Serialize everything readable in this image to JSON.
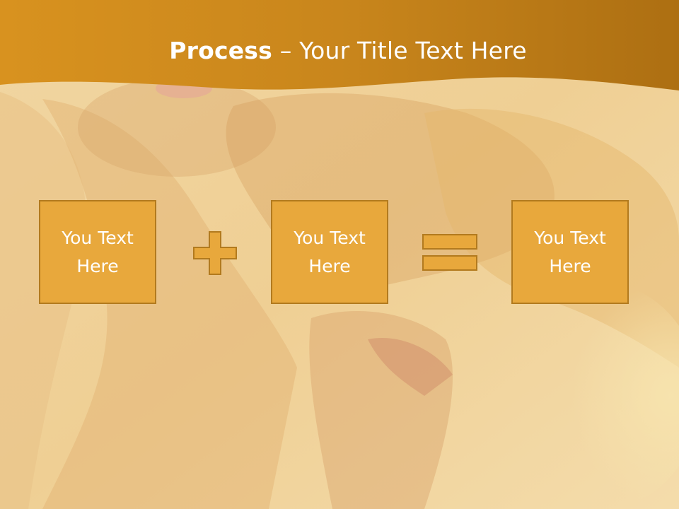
{
  "title": {
    "bold": "Process",
    "separator": " – ",
    "rest": "Your Title Text Here"
  },
  "process_steps": [
    {
      "text": "You Text Here"
    },
    {
      "text": "You Text Here"
    },
    {
      "text": "You Text Here"
    }
  ],
  "operators": [
    {
      "icon": "plus-icon"
    },
    {
      "icon": "equals-icon"
    }
  ],
  "colors": {
    "header": "#c8831a",
    "box_fill": "#e8a83c",
    "box_border": "#b27a1e",
    "background": "#f3d9a4",
    "text": "#ffffff"
  }
}
